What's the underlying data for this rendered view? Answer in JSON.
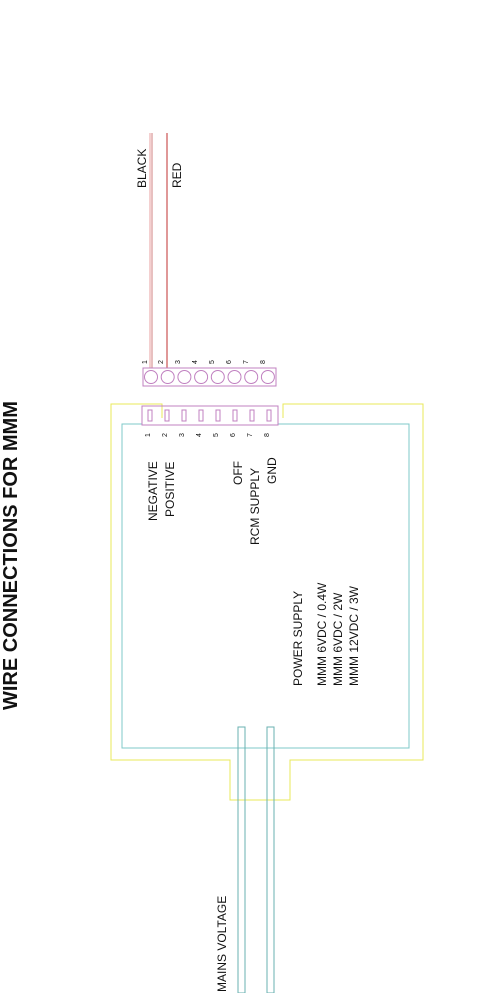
{
  "title": "WIRE CONNECTIONS FOR MMM",
  "colors": {
    "outline_outer": "#e8e85a",
    "outline_inner": "#7fc8c8",
    "wire_black": "#d08080",
    "wire_red": "#c03030",
    "connector": "#c080c0",
    "mains_wire": "#6ab0b0"
  },
  "wires": {
    "black_label": "BLACK",
    "red_label": "RED"
  },
  "connector": {
    "pins_top": [
      "1",
      "2",
      "3",
      "4",
      "5",
      "6",
      "7",
      "8"
    ],
    "pins_bottom": [
      "1",
      "2",
      "3",
      "4",
      "5",
      "6",
      "7",
      "8"
    ]
  },
  "pin_labels": {
    "negative": "NEGATIVE",
    "positive": "POSITIVE",
    "off": "OFF",
    "rcm_supply": "RCM SUPPLY",
    "gnd": "GND"
  },
  "power_supply": {
    "title": "POWER SUPPLY",
    "line1": "MMM 6VDC / 0.4W",
    "line2": "MMM 6VDC / 2W",
    "line3": "MMM 12VDC / 3W"
  },
  "mains_label": "MAINS VOLTAGE"
}
